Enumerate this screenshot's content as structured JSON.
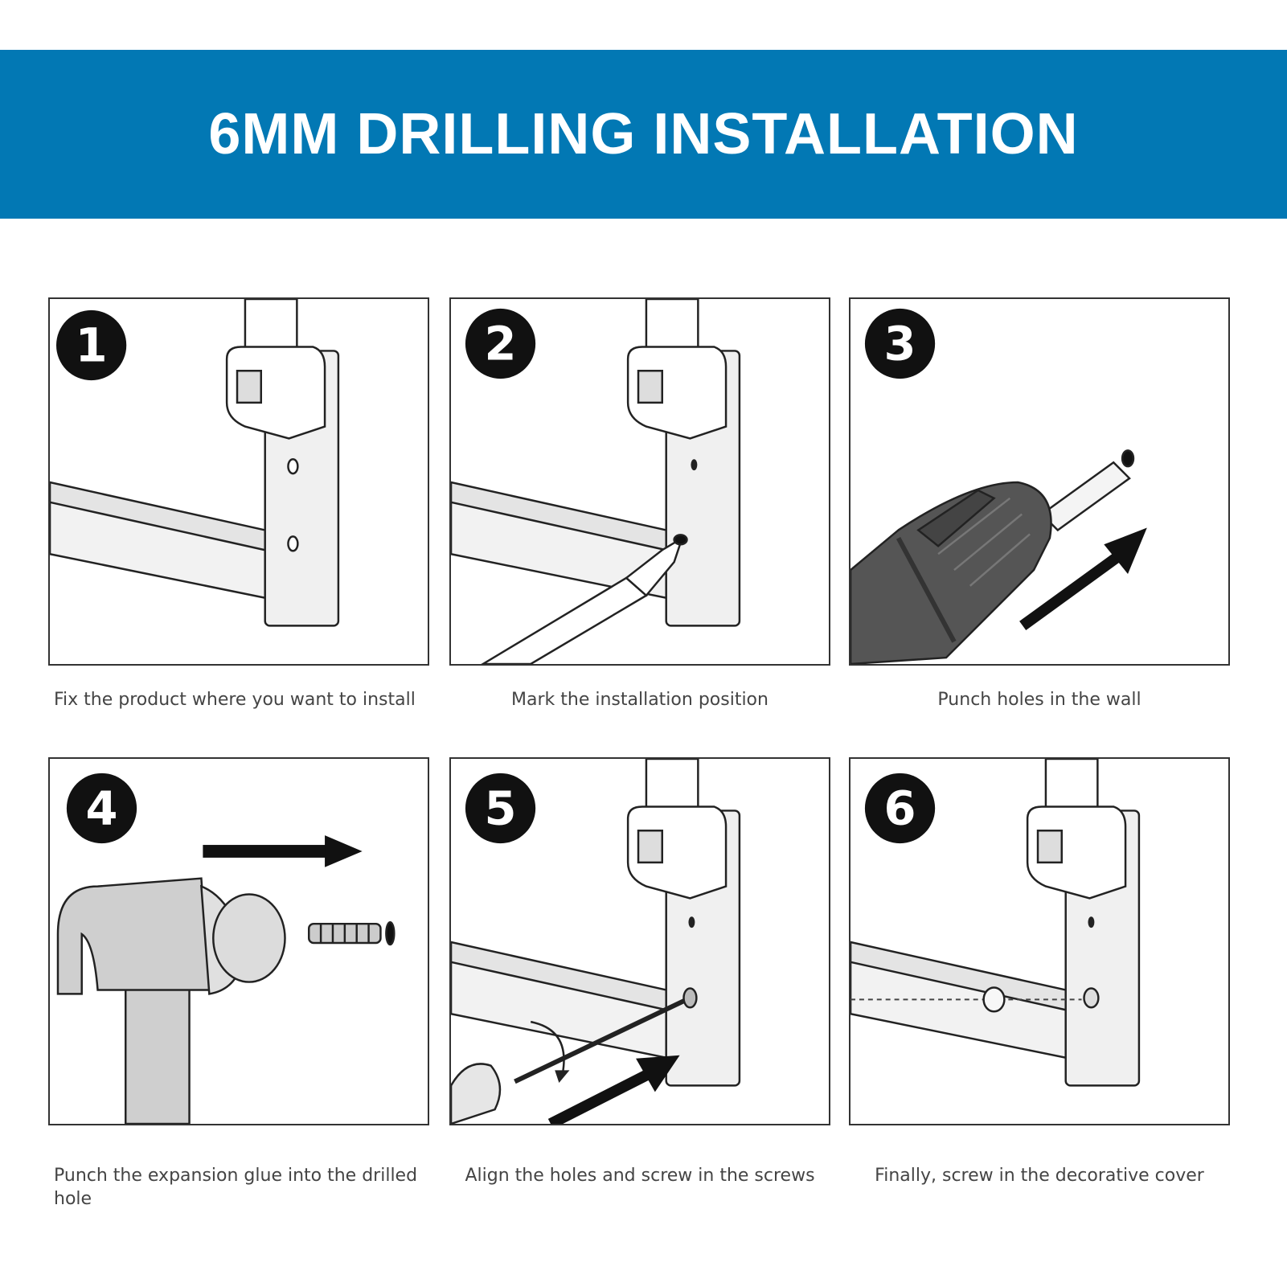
{
  "title": "6MM DRILLING INSTALLATION",
  "colors": {
    "banner": "#0278b4",
    "banner_text": "#ffffff",
    "caption_text": "#444444"
  },
  "steps": [
    {
      "number": "1",
      "caption": "Fix the product where you want to install"
    },
    {
      "number": "2",
      "caption": "Mark the installation position"
    },
    {
      "number": "3",
      "caption": "Punch holes in the wall"
    },
    {
      "number": "4",
      "caption": "Punch the expansion glue into the drilled hole"
    },
    {
      "number": "5",
      "caption": "Align the holes and screw in the screws"
    },
    {
      "number": "6",
      "caption": "Finally, screw in the decorative cover"
    }
  ]
}
